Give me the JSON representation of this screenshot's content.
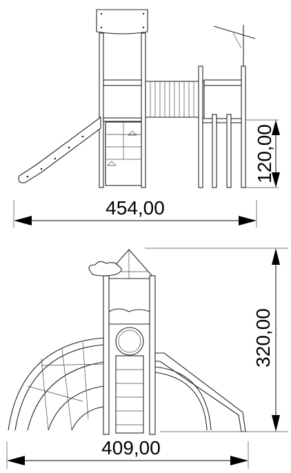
{
  "dimensions": {
    "top_width": "454,00",
    "top_height": "120,00",
    "bottom_height": "320,00",
    "bottom_width": "409,00"
  }
}
